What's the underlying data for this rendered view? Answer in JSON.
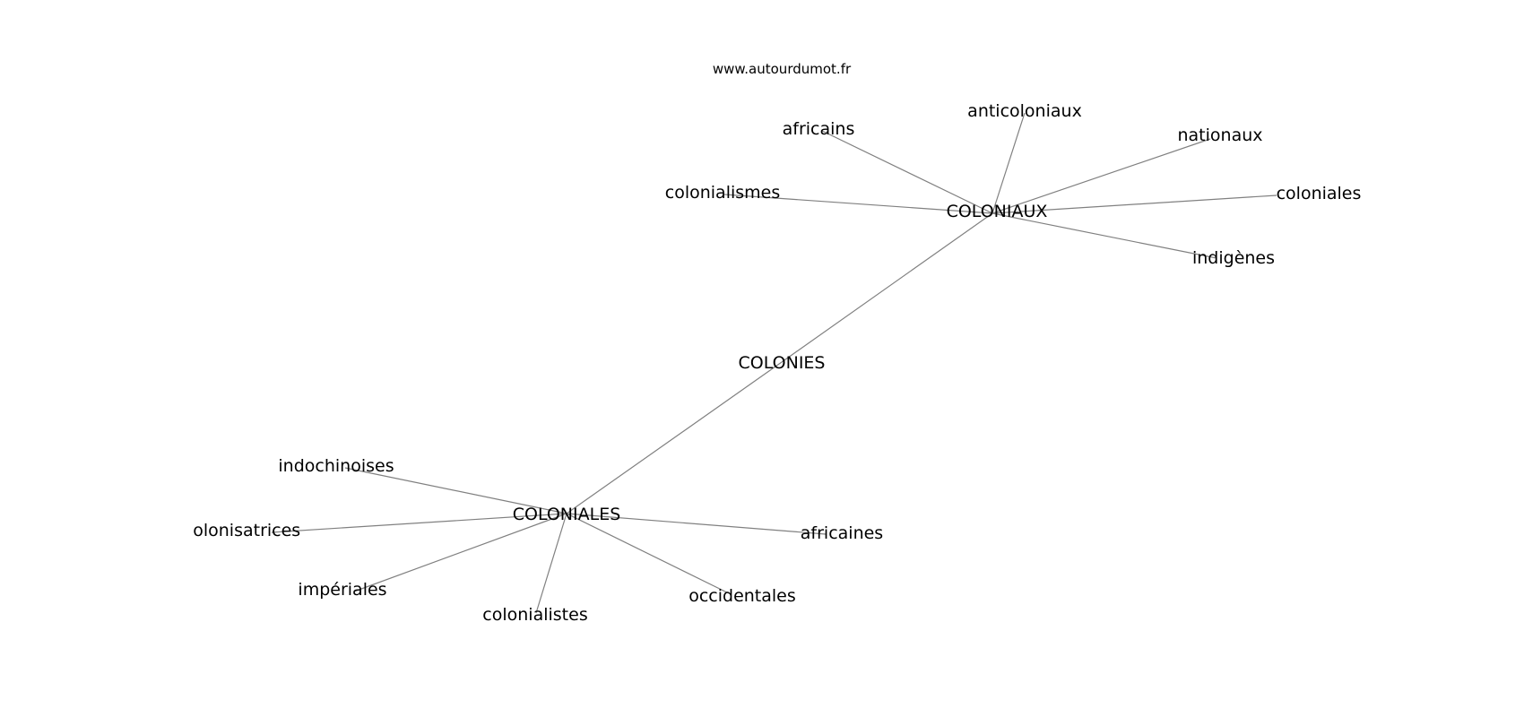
{
  "site": "www.autourdumot.fr",
  "colors": {
    "edge": "#808080",
    "text": "#000000",
    "background": "#ffffff"
  },
  "nodes": [
    {
      "id": "colonies",
      "label": "COLONIES"
    },
    {
      "id": "coloniaux",
      "label": "COLONIAUX"
    },
    {
      "id": "coloniales_hub",
      "label": "COLONIALES"
    },
    {
      "id": "africains",
      "label": "africains"
    },
    {
      "id": "anticoloniaux",
      "label": "anticoloniaux"
    },
    {
      "id": "nationaux",
      "label": "nationaux"
    },
    {
      "id": "colonialismes",
      "label": "colonialismes"
    },
    {
      "id": "coloniales_leaf",
      "label": "coloniales"
    },
    {
      "id": "indigenes",
      "label": "indigènes"
    },
    {
      "id": "indochinoises",
      "label": "indochinoises"
    },
    {
      "id": "colonisatrices",
      "label": "colonisatrices"
    },
    {
      "id": "imperiales",
      "label": "impériales"
    },
    {
      "id": "colonialistes",
      "label": "colonialistes"
    },
    {
      "id": "occidentales",
      "label": "occidentales"
    },
    {
      "id": "africaines",
      "label": "africaines"
    }
  ],
  "edges": [
    [
      "colonies",
      "coloniaux"
    ],
    [
      "colonies",
      "coloniales_hub"
    ],
    [
      "coloniaux",
      "africains"
    ],
    [
      "coloniaux",
      "anticoloniaux"
    ],
    [
      "coloniaux",
      "nationaux"
    ],
    [
      "coloniaux",
      "colonialismes"
    ],
    [
      "coloniaux",
      "coloniales_leaf"
    ],
    [
      "coloniaux",
      "indigenes"
    ],
    [
      "coloniales_hub",
      "indochinoises"
    ],
    [
      "coloniales_hub",
      "colonisatrices"
    ],
    [
      "coloniales_hub",
      "imperiales"
    ],
    [
      "coloniales_hub",
      "colonialistes"
    ],
    [
      "coloniales_hub",
      "occidentales"
    ],
    [
      "coloniales_hub",
      "africaines"
    ]
  ]
}
